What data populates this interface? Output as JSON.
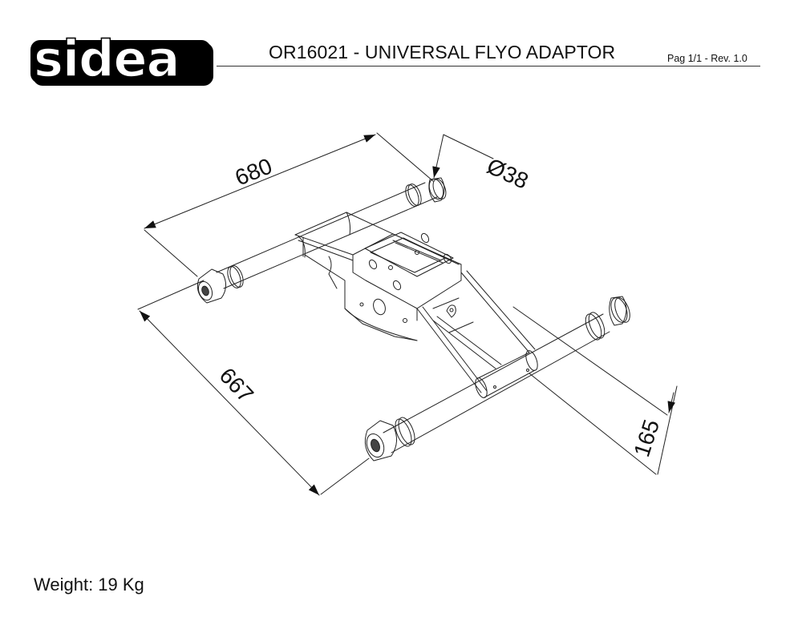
{
  "header": {
    "logo_text": "sidea",
    "title": "OR16021 - UNIVERSAL FLYO ADAPTOR",
    "page_revision": "Pag 1/1 - Rev. 1.0"
  },
  "drawing": {
    "subject": "Universal Flyo Adaptor isometric view",
    "dimensions": {
      "tube_length": "680",
      "tube_diameter": "Ø38",
      "tube_spacing": "667",
      "height": "165"
    }
  },
  "footer": {
    "weight_label": "Weight: 19 Kg"
  },
  "colors": {
    "line": "#222222",
    "logo_bg": "#000000",
    "logo_fg": "#ffffff"
  }
}
